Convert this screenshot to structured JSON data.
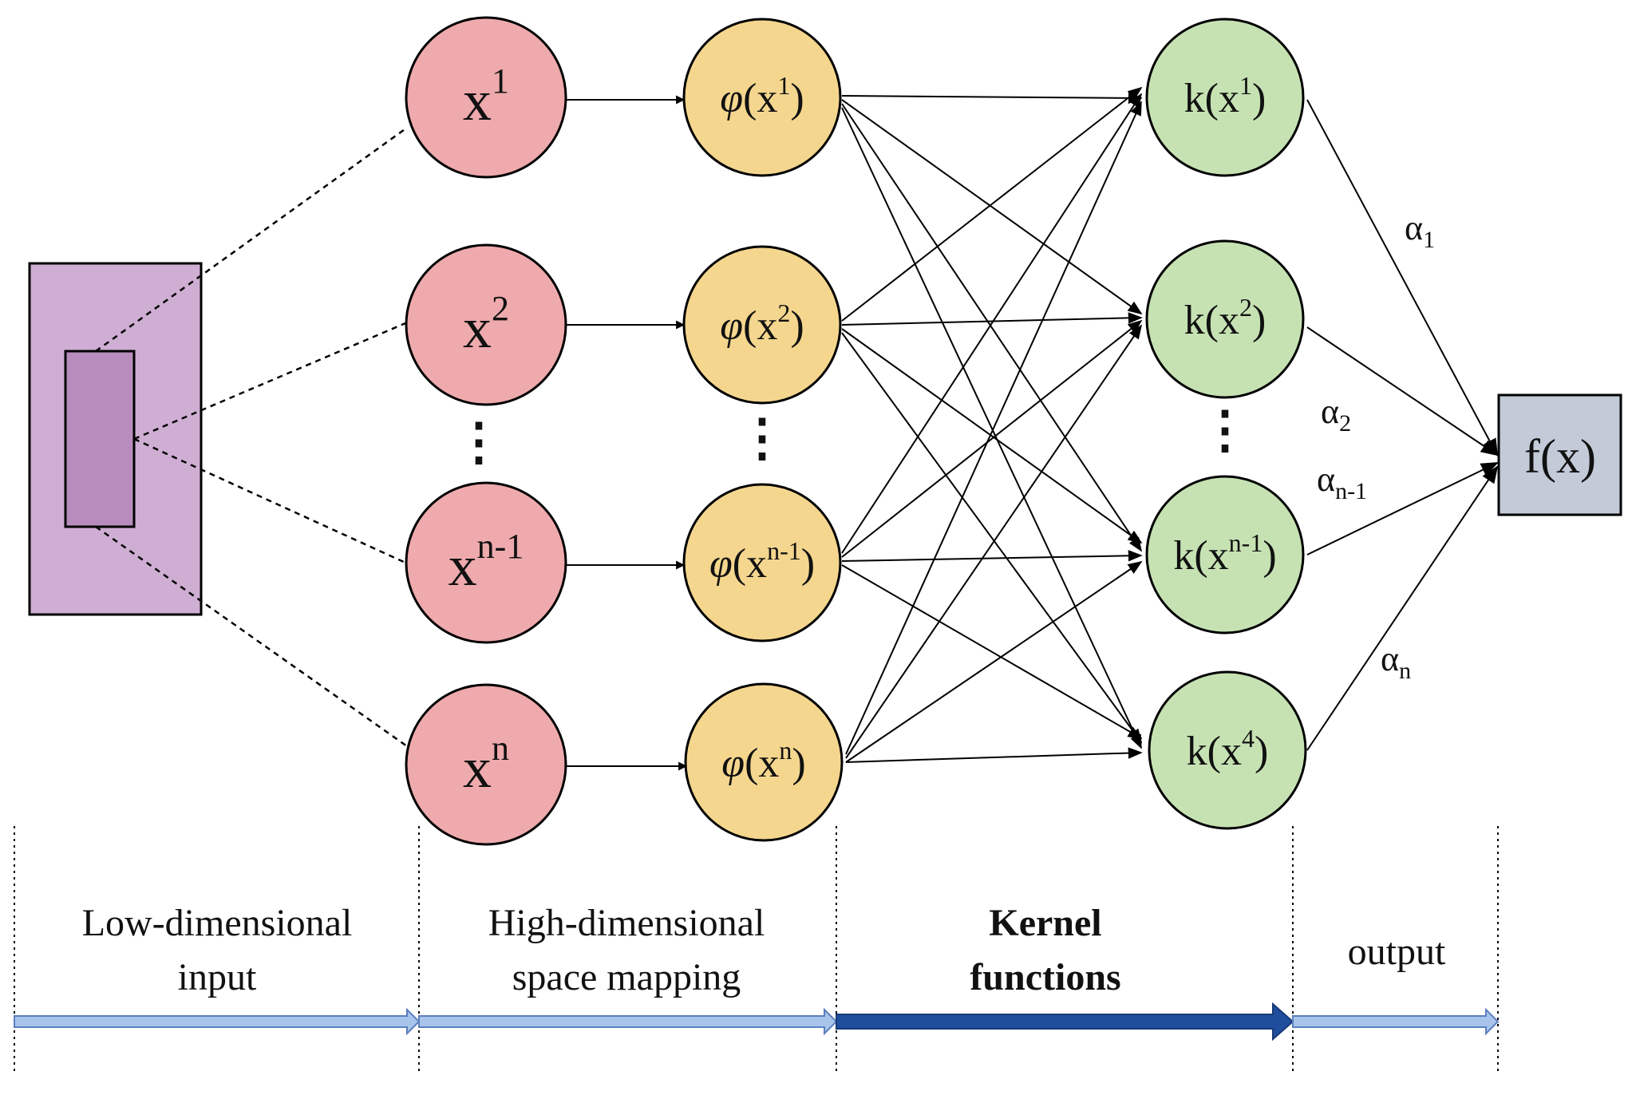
{
  "colors": {
    "input_box": "#cfaed3",
    "input_inner": "#b88dbd",
    "x_node": "#eeaaad",
    "phi_node": "#f4d68e",
    "k_node": "#c6e2b3",
    "output_box": "#c3cad8",
    "stage_arrow_light": "#a9c4ea",
    "stage_arrow_dark": "#1f4e9c"
  },
  "input_nodes": [
    {
      "base": "x",
      "sup": "1"
    },
    {
      "base": "x",
      "sup": "2"
    },
    {
      "base": "x",
      "sup": "n-1"
    },
    {
      "base": "x",
      "sup": "n"
    }
  ],
  "mapping_nodes": [
    {
      "phi": "φ",
      "open": "(x",
      "sup": "1",
      "close": ")"
    },
    {
      "phi": "φ",
      "open": "(x",
      "sup": "2",
      "close": ")"
    },
    {
      "phi": "φ",
      "open": "(x",
      "sup": "n-1",
      "close": ")"
    },
    {
      "phi": "φ",
      "open": "(x",
      "sup": "n",
      "close": ")"
    }
  ],
  "kernel_nodes": [
    {
      "open": "k(x",
      "sup": "1",
      "close": ")"
    },
    {
      "open": "k(x",
      "sup": "2",
      "close": ")"
    },
    {
      "open": "k(x",
      "sup": "n-1",
      "close": ")"
    },
    {
      "open": "k(x",
      "sup": "4",
      "close": ")"
    }
  ],
  "weights": [
    {
      "base": "α",
      "sub": "1"
    },
    {
      "base": "α",
      "sub": "2"
    },
    {
      "base": "α",
      "sub": "n-1"
    },
    {
      "base": "α",
      "sub": "n"
    }
  ],
  "ellipsis": "⋮",
  "output_label": "f(x)",
  "stages": [
    {
      "line1": "Low-dimensional",
      "line2": "input",
      "bold": false
    },
    {
      "line1": "High-dimensional",
      "line2": "space mapping",
      "bold": false
    },
    {
      "line1": "Kernel",
      "line2": "functions",
      "bold": true
    },
    {
      "line1": "output",
      "line2": "",
      "bold": false
    }
  ]
}
